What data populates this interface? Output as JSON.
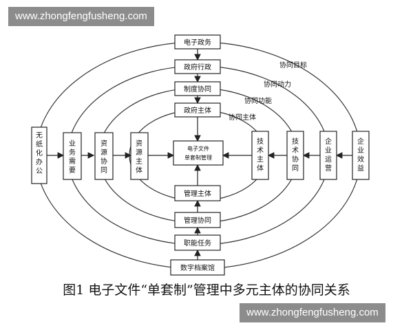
{
  "watermark": "www.zhongfengfusheng.com",
  "caption": "图1 电子文件“单套制”管理中多元主体的协同关系",
  "center": {
    "line1": "电子文件",
    "line2": "单套制管理"
  },
  "top_boxes": [
    "电子政务",
    "政府行政",
    "制度协同",
    "政府主体"
  ],
  "bottom_boxes": [
    "管理主体",
    "管理协同",
    "职能任务",
    "数字档案馆"
  ],
  "left_boxes": [
    "无纸化办公",
    "业务需要",
    "资源协同",
    "资源主体"
  ],
  "right_boxes": [
    "企业效益",
    "企业运营",
    "技术协同",
    "技术主体"
  ],
  "ring_labels": [
    "协同目标",
    "协同动力",
    "协同功能",
    "协同主体"
  ]
}
